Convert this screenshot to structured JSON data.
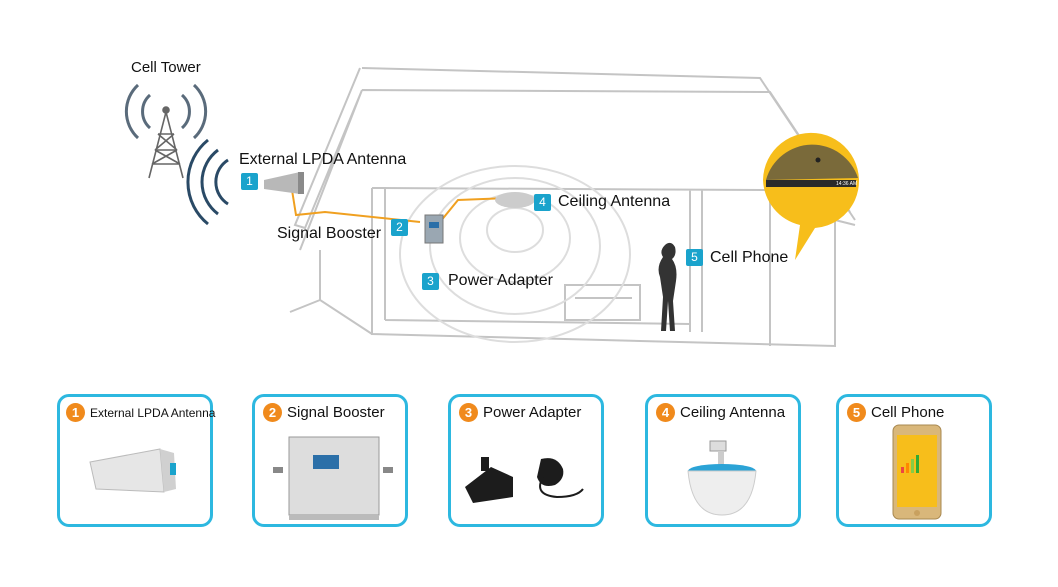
{
  "scene": {
    "tower_label": "Cell Tower",
    "callouts": [
      {
        "num": "1",
        "label": "External LPDA Antenna"
      },
      {
        "num": "2",
        "label": "Signal Booster"
      },
      {
        "num": "3",
        "label": "Power Adapter"
      },
      {
        "num": "4",
        "label": "Ceiling Antenna"
      },
      {
        "num": "5",
        "label": "Cell Phone"
      }
    ],
    "phone_time": "14:36 AM"
  },
  "cards": [
    {
      "num": "1",
      "title": "External LPDA Antenna"
    },
    {
      "num": "2",
      "title": "Signal Booster"
    },
    {
      "num": "3",
      "title": "Power Adapter"
    },
    {
      "num": "4",
      "title": "Ceiling Antenna"
    },
    {
      "num": "5",
      "title": "Cell Phone"
    }
  ],
  "colors": {
    "accent": "#1aa3cc",
    "card_border": "#2db8e0",
    "badge": "#f08a1c",
    "cable": "#f0a020",
    "phone_screen": "#f7be1b"
  }
}
